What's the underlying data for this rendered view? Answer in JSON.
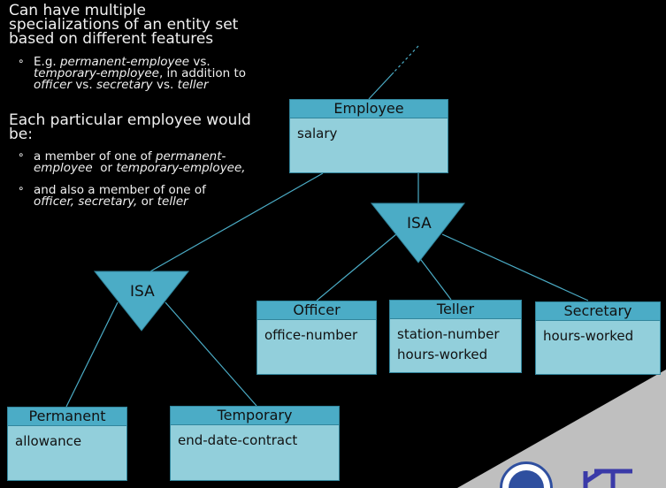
{
  "text": {
    "p1": [
      "Can have multiple",
      "specializations of an entity set",
      "based on different features"
    ],
    "b1": {
      "prefix": "E.g. ",
      "a": "permanent-employee",
      "vs1": " vs.",
      "b": "temporary-employee",
      "mid": ", in addition to",
      "c": "officer",
      "vs2": " vs. ",
      "d": "secretary",
      "vs3": " vs. ",
      "e": "teller"
    },
    "p2": [
      "Each particular employee would",
      "be:"
    ],
    "b2": {
      "prefix": "a member of one of ",
      "a": "permanent-",
      "b": "employee",
      "or": "  or ",
      "c": "temporary-employee,"
    },
    "b3": {
      "prefix": "and also a member of one of",
      "a": "officer, secretary,",
      "or": " or ",
      "b": "teller"
    }
  },
  "entities": {
    "employee": {
      "name": "Employee",
      "attrs": [
        "salary"
      ]
    },
    "officer": {
      "name": "Officer",
      "attrs": [
        "office-number"
      ]
    },
    "teller": {
      "name": "Teller",
      "attrs": [
        "station-number",
        "hours-worked"
      ]
    },
    "secretary": {
      "name": "Secretary",
      "attrs": [
        "hours-worked"
      ]
    },
    "permanent": {
      "name": "Permanent",
      "attrs": [
        "allowance"
      ]
    },
    "temporary": {
      "name": "Temporary",
      "attrs": [
        "end-date-contract"
      ]
    }
  },
  "isa": {
    "label": "ISA"
  },
  "colors": {
    "header": "#4bacc6",
    "body": "#92cfdb",
    "line": "#4bacc6"
  }
}
